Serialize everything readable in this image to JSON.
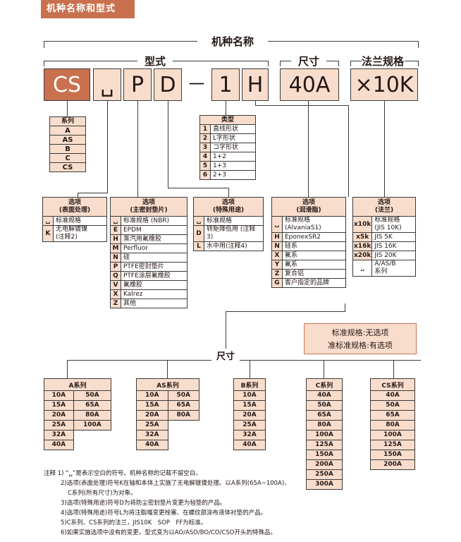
{
  "header": "机种名称和型式",
  "labels": {
    "model_name": "机种名称",
    "type": "型式",
    "size": "尺寸",
    "flange": "法兰规格",
    "size_center": "尺寸"
  },
  "codes": [
    "CS",
    "␣",
    "P",
    "D",
    "－",
    "1",
    "H",
    "40A",
    "×10K"
  ],
  "series": {
    "title": "系列",
    "items": [
      "A",
      "AS",
      "B",
      "C",
      "CS"
    ]
  },
  "shape": {
    "title": "类型",
    "rows": [
      [
        "1",
        "直线形状"
      ],
      [
        "2",
        "L字形状"
      ],
      [
        "3",
        "コ字形状"
      ],
      [
        "4",
        "1+2"
      ],
      [
        "5",
        "1+3"
      ],
      [
        "6",
        "2+3"
      ]
    ]
  },
  "surface": {
    "title1": "选项",
    "title2": "(表面处理)",
    "rows": [
      [
        "␣",
        "标准规格"
      ],
      [
        "K",
        "无电解镀镍\n(注释2)"
      ]
    ]
  },
  "seal": {
    "title1": "选项",
    "title2": "(主密封垫片)",
    "rows": [
      [
        "␣",
        "标准规格 (NBR)"
      ],
      [
        "E",
        "EPDM"
      ],
      [
        "H",
        "蒸汽用氟橡胶"
      ],
      [
        "M",
        "Perfluor"
      ],
      [
        "N",
        "硅"
      ],
      [
        "P",
        "PTFE密封垫片"
      ],
      [
        "Q",
        "PTFE涂层氟橡胶"
      ],
      [
        "V",
        "氟橡胶"
      ],
      [
        "X",
        "Kalrez"
      ],
      [
        "Z",
        "其他"
      ]
    ]
  },
  "special": {
    "title1": "选项",
    "title2": "(特殊用途)",
    "rows": [
      [
        "␣",
        "标准规格"
      ],
      [
        "D",
        "转矩降低用 (注释3)"
      ],
      [
        "L",
        "水中用(注释4)"
      ]
    ]
  },
  "lube": {
    "title1": "选项",
    "title2": "(润滑脂)",
    "rows": [
      [
        "␣",
        "标准规格\n(AlvaniaS1)"
      ],
      [
        "H",
        "EponexSR2"
      ],
      [
        "N",
        "硅系"
      ],
      [
        "X",
        "氟系"
      ],
      [
        "Y",
        "氟系"
      ],
      [
        "Z",
        "复合铝"
      ],
      [
        "G",
        "客户指定的品牌"
      ]
    ]
  },
  "flange_opt": {
    "title1": "选项",
    "title2": "(法兰)",
    "rows": [
      [
        "x10k",
        "标准规格\n(JIS 10K)"
      ],
      [
        "x5k",
        "JIS 5K"
      ],
      [
        "x16k",
        "JIS 16K"
      ],
      [
        "x20k",
        "JIS 20K"
      ],
      [
        "␣",
        "A/AS/B\n系列"
      ]
    ]
  },
  "std_box": [
    "标准规格:无选项",
    "准标准规格:有选项"
  ],
  "size_tables": [
    {
      "name": "A系列",
      "cols": [
        [
          "10A",
          "15A",
          "20A",
          "25A",
          "32A",
          "40A"
        ],
        [
          "50A",
          "65A",
          "80A",
          "100A"
        ]
      ]
    },
    {
      "name": "AS系列",
      "cols": [
        [
          "10A",
          "15A",
          "20A",
          "25A",
          "32A",
          "40A"
        ],
        [
          "50A",
          "65A",
          "80A"
        ]
      ]
    },
    {
      "name": "B系列",
      "cols": [
        [
          "10A",
          "15A",
          "20A",
          "25A",
          "32A",
          "40A"
        ]
      ]
    },
    {
      "name": "C系列",
      "cols": [
        [
          "40A",
          "50A",
          "65A",
          "80A",
          "100A",
          "125A",
          "150A",
          "200A",
          "250A",
          "300A"
        ]
      ]
    },
    {
      "name": "CS系列",
      "cols": [
        [
          "40A",
          "50A",
          "65A",
          "80A",
          "100A",
          "125A",
          "150A",
          "200A"
        ]
      ]
    }
  ],
  "notes": [
    "注释 1) “␣”是表示空白的符号。机种名称的记载不留空白。",
    "2)选项(表面处理)符号K在轴和本体上实施了无电解镀镍处理。以A系列(65A~100A)、",
    "C系列(所有尺寸)为对象。",
    "3)选项(特殊用途)符号D为将防尘密封垫片变更为毡垫的产品。",
    "4)选项(特殊用途)符号L为将注脂嘴变更栓塞、在螺纹部涂布液体衬垫的产品。",
    "5)C系列、CS系列的法兰，JIS10K　SOP　FF为标准。",
    "6)如果实施选项中没有的变更，型式变为以AO/ASO/BO/CO/CSO开头的特殊品。"
  ]
}
